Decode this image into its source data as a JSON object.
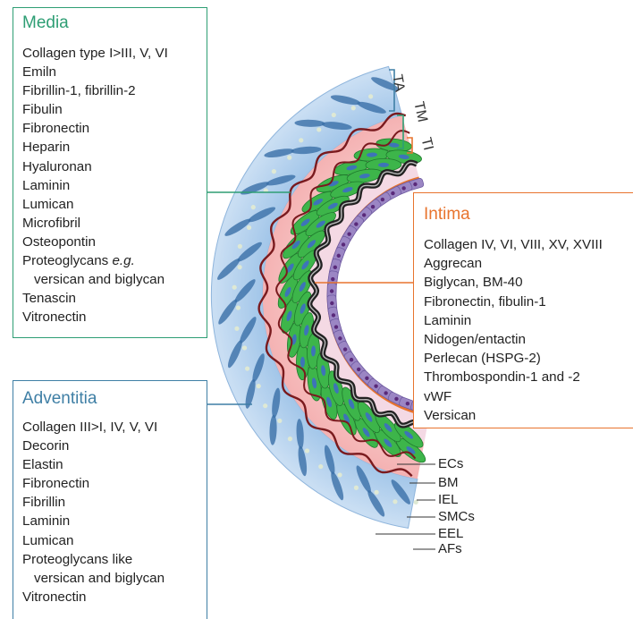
{
  "media": {
    "title": "Media",
    "items": [
      "Collagen type I>III, V, VI",
      "Emiln",
      "Fibrillin-1, fibrillin-2",
      "Fibulin",
      "Fibronectin",
      "Heparin",
      "Hyaluronan",
      "Laminin",
      "Lumican",
      "Microfibril",
      "Osteopontin"
    ],
    "proteo_prefix": "Proteoglycans ",
    "proteo_italic": "e.g.",
    "proteo_cont": "versican and biglycan",
    "items_after": [
      "Tenascin",
      "Vitronectin"
    ]
  },
  "adventitia": {
    "title": "Adventitia",
    "items": [
      "Collagen III>I, IV, V, VI",
      "Decorin",
      "Elastin",
      "Fibronectin",
      "Fibrillin",
      "Laminin",
      "Lumican"
    ],
    "proteo": "Proteoglycans like",
    "proteo_cont": "versican and biglycan",
    "items_after": [
      "Vitronectin"
    ]
  },
  "intima": {
    "title": "Intima",
    "items": [
      "Collagen IV, VI, VIII, XV, XVIII",
      "Aggrecan",
      "Biglycan, BM-40",
      "Fibronectin, fibulin-1",
      "Laminin",
      "Nidogen/entactin",
      "Perlecan (HSPG-2)",
      "Thrombospondin-1 and -2",
      "vWF",
      "Versican"
    ]
  },
  "regions": {
    "ta": "TA",
    "tm": "TM",
    "ti": "TI"
  },
  "layers": {
    "ecs": "ECs",
    "bm": "BM",
    "iel": "IEL",
    "smcs": "SMCs",
    "eel": "EEL",
    "afs": "AFs"
  },
  "colors": {
    "media": "#2e9e74",
    "adventitia": "#3f7fa5",
    "intima": "#e8742e",
    "smc": "#3db54a",
    "ec": "#9b86c4"
  }
}
